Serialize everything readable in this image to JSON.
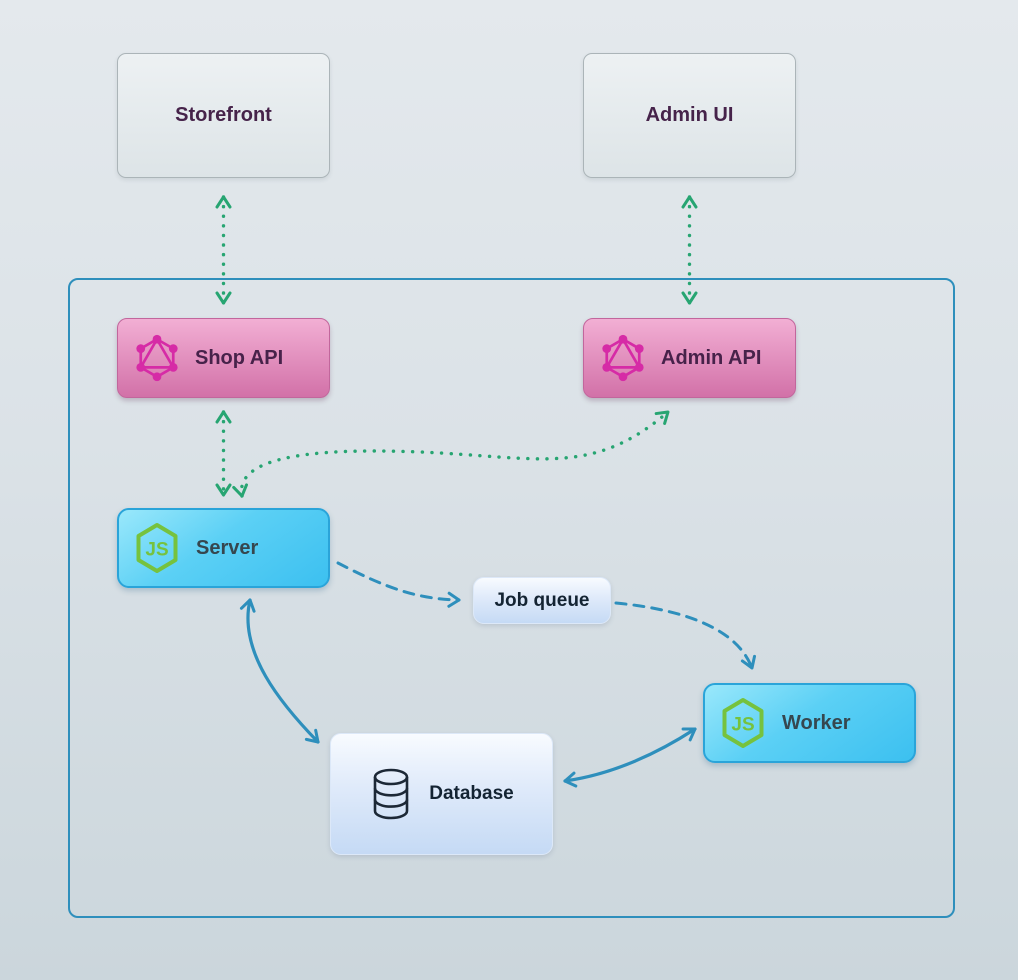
{
  "diagram": {
    "title": "",
    "nodes": {
      "storefront": {
        "label": "Storefront"
      },
      "admin_ui": {
        "label": "Admin UI"
      },
      "shop_api": {
        "label": "Shop API",
        "icon": "graphql-icon"
      },
      "admin_api": {
        "label": "Admin API",
        "icon": "graphql-icon"
      },
      "server": {
        "label": "Server",
        "icon": "nodejs-icon"
      },
      "job_queue": {
        "label": "Job queue"
      },
      "worker": {
        "label": "Worker",
        "icon": "nodejs-icon"
      },
      "database": {
        "label": "Database",
        "icon": "database-icon"
      }
    },
    "edges": [
      {
        "from": "Storefront",
        "to": "Shop API",
        "style": "dotted",
        "color": "#27a572",
        "bidirectional": true
      },
      {
        "from": "Admin UI",
        "to": "Admin API",
        "style": "dotted",
        "color": "#27a572",
        "bidirectional": true
      },
      {
        "from": "Shop API",
        "to": "Server",
        "style": "dotted",
        "color": "#27a572",
        "bidirectional": true
      },
      {
        "from": "Admin API",
        "to": "Server",
        "style": "dotted",
        "color": "#27a572",
        "bidirectional": true
      },
      {
        "from": "Server",
        "to": "Job queue",
        "style": "dashed",
        "color": "#2e8fbc",
        "bidirectional": false
      },
      {
        "from": "Job queue",
        "to": "Worker",
        "style": "dashed",
        "color": "#2e8fbc",
        "bidirectional": false
      },
      {
        "from": "Server",
        "to": "Database",
        "style": "solid",
        "color": "#2e8fbc",
        "bidirectional": true
      },
      {
        "from": "Worker",
        "to": "Database",
        "style": "solid",
        "color": "#2e8fbc",
        "bidirectional": true
      }
    ],
    "colors": {
      "arrow_green": "#27a572",
      "arrow_blue": "#2e8fbc",
      "container_border": "#2e8fbc",
      "pink_box": "#d271a8",
      "cyan_box": "#3cc0f0",
      "graphql_icon": "#d62ba6",
      "nodejs_icon": "#76c23e",
      "label_purple": "#46234a",
      "label_dark": "#142433"
    }
  }
}
